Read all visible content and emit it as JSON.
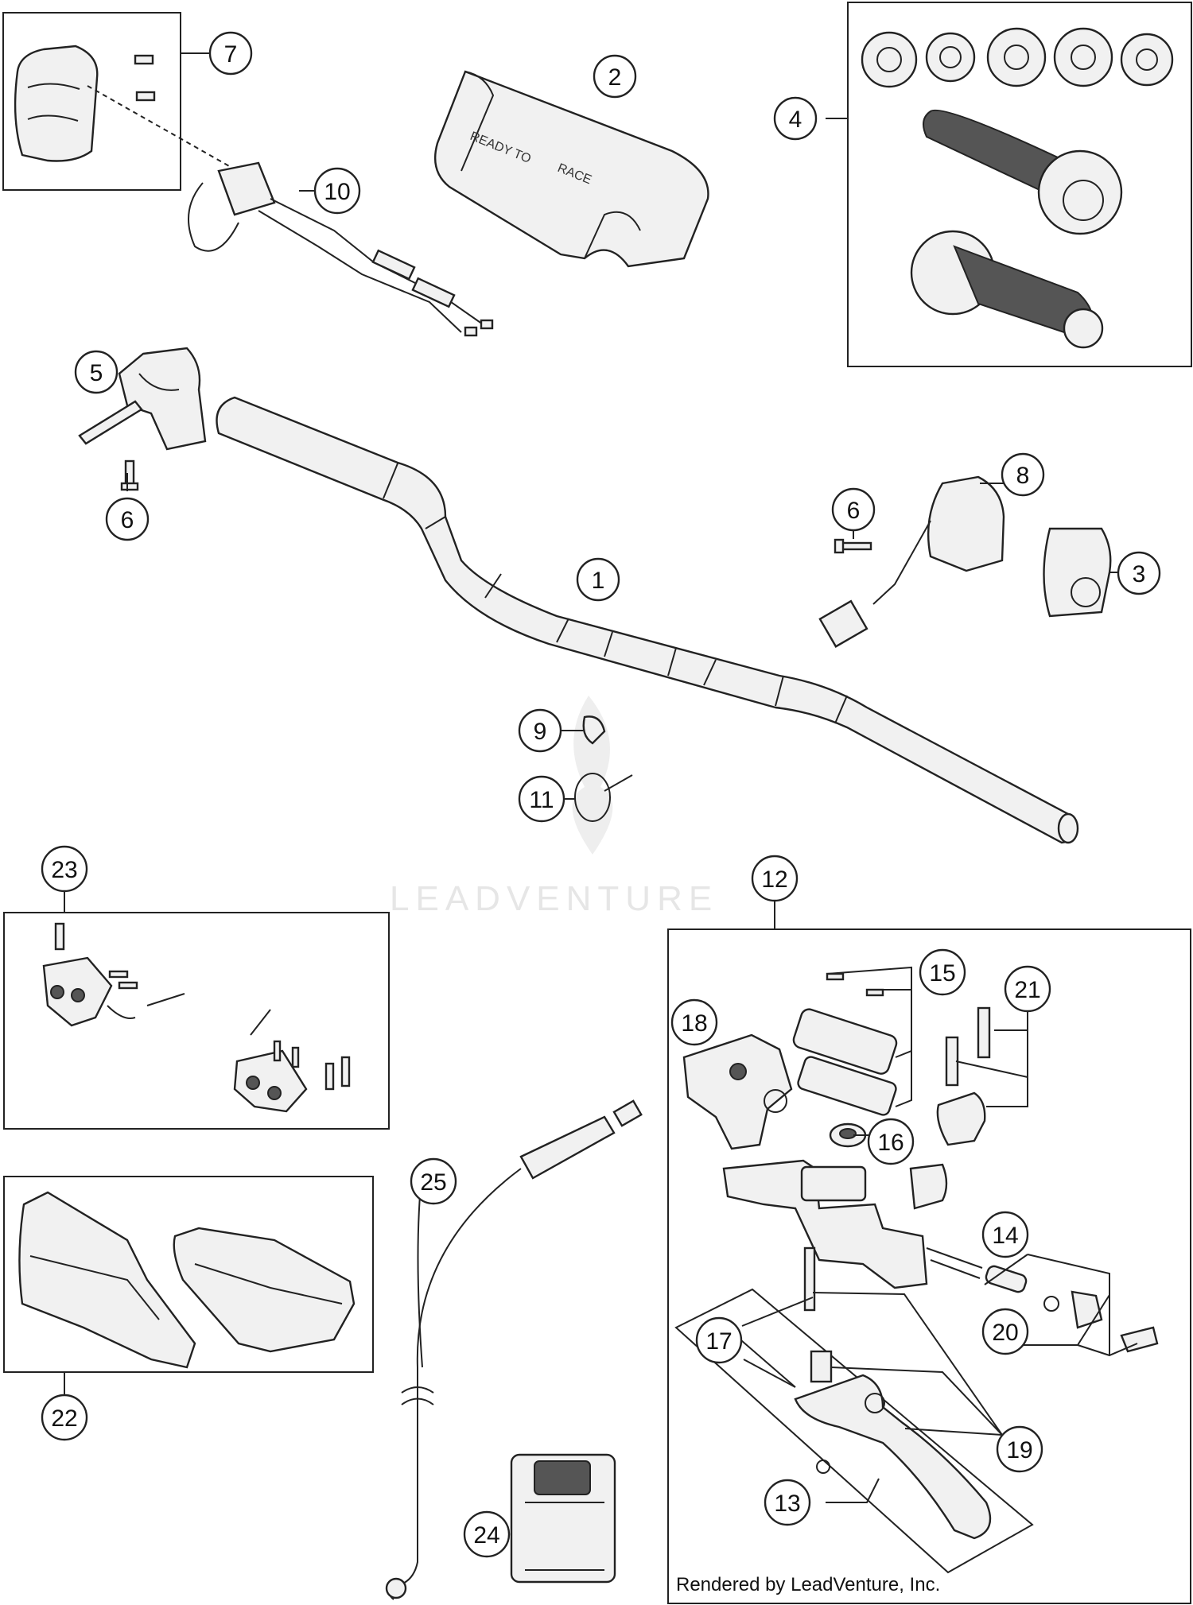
{
  "watermark": "LEADVENTURE",
  "credit": "Rendered by LeadVenture, Inc.",
  "pad_text_1": "READY TO",
  "pad_text_2": "RACE",
  "callouts": {
    "c1": "1",
    "c2": "2",
    "c3": "3",
    "c4": "4",
    "c5": "5",
    "c6a": "6",
    "c6b": "6",
    "c7": "7",
    "c8": "8",
    "c9": "9",
    "c10": "10",
    "c11": "11",
    "c12": "12",
    "c13": "13",
    "c14": "14",
    "c15": "15",
    "c16": "16",
    "c17": "17",
    "c18": "18",
    "c19": "19",
    "c20": "20",
    "c21": "21",
    "c22": "22",
    "c23": "23",
    "c24": "24",
    "c25": "25"
  }
}
